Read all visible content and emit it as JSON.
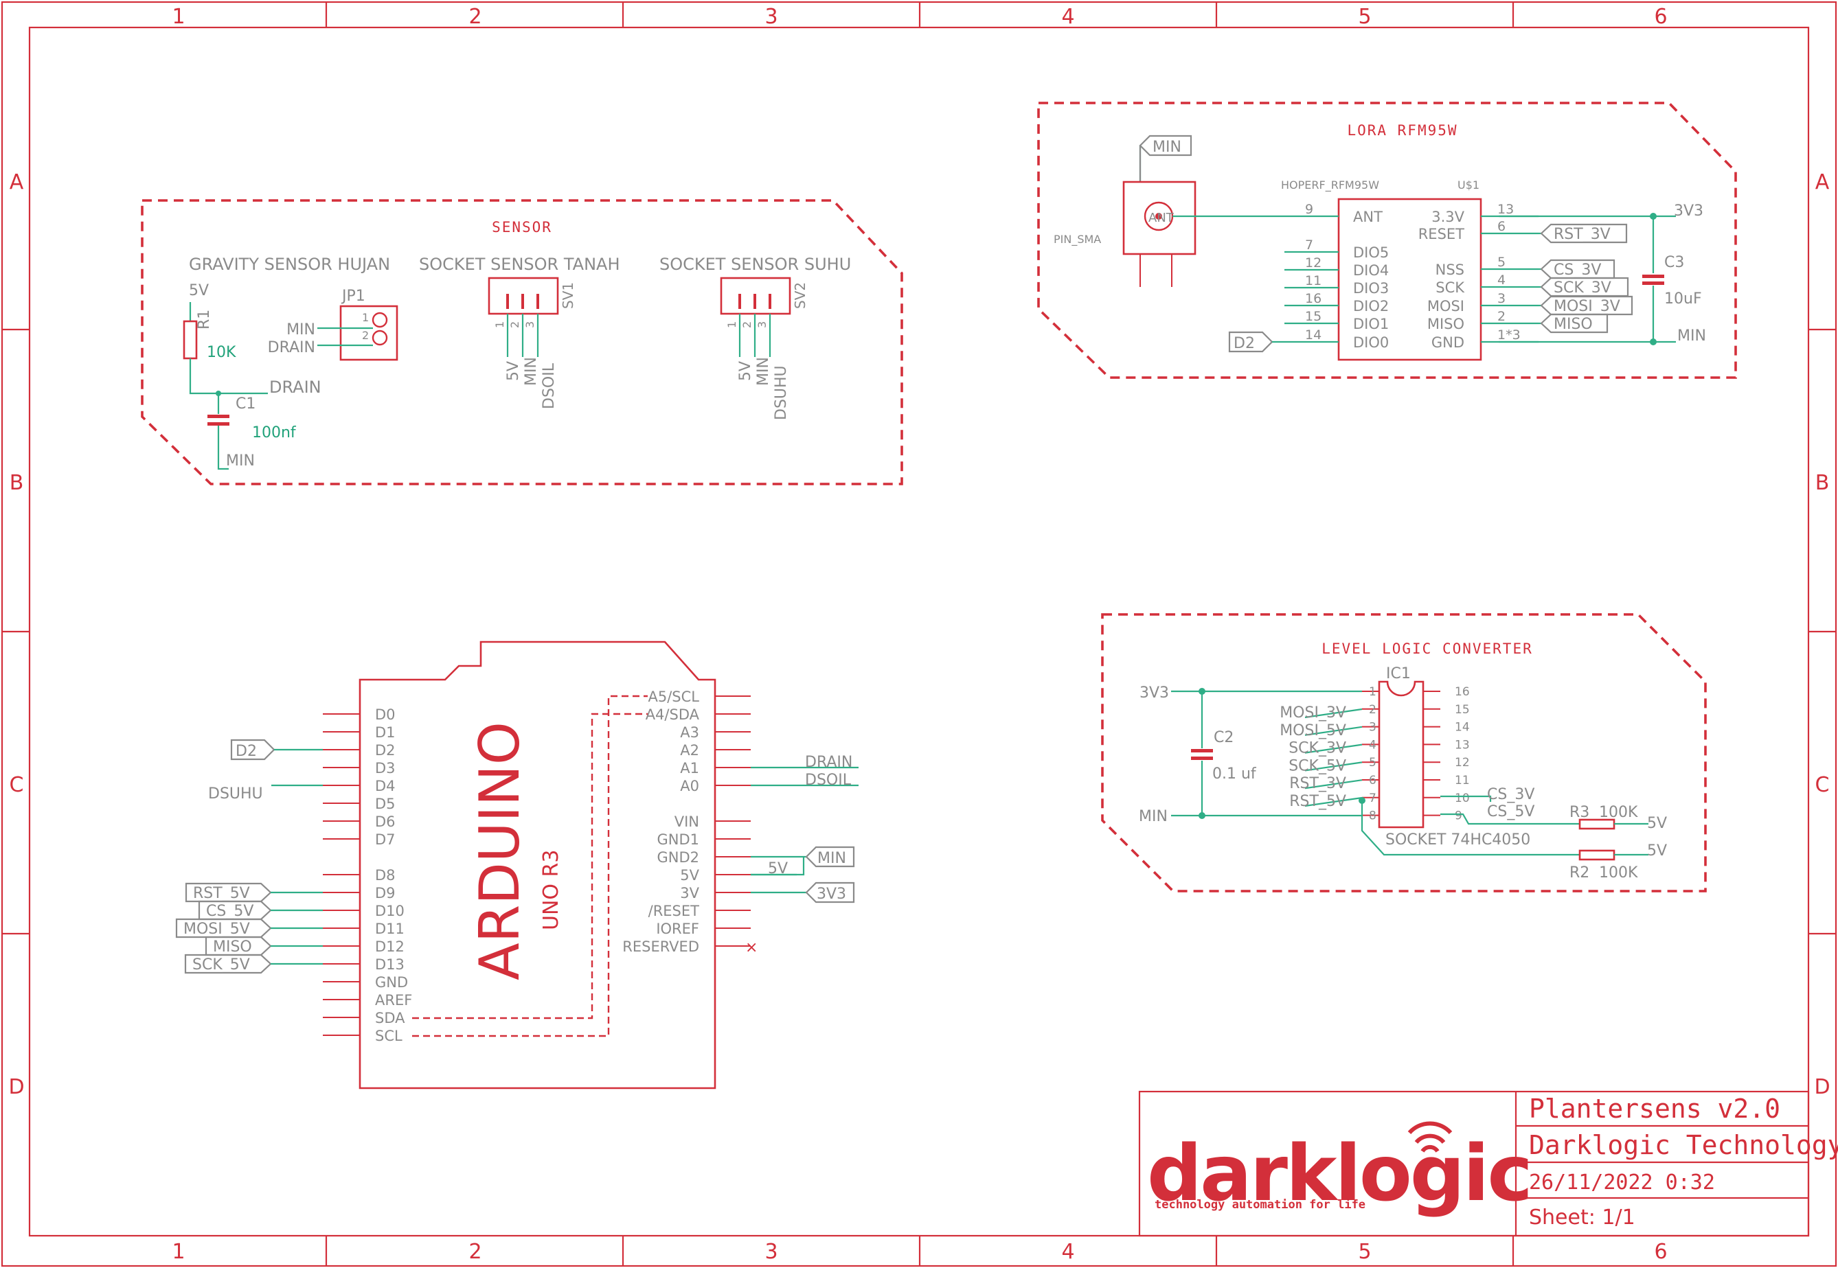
{
  "frame": {
    "columns": [
      "1",
      "2",
      "3",
      "4",
      "5",
      "6"
    ],
    "rows": [
      "A",
      "B",
      "C",
      "D"
    ]
  },
  "sensor": {
    "title": "SENSOR",
    "gravity_label": "GRAVITY SENSOR HUJAN",
    "tanah_label": "SOCKET SENSOR TANAH",
    "suhu_label": "SOCKET SENSOR SUHU",
    "r1_name": "R1",
    "r1_value": "10K",
    "v5": "5V",
    "c1_name": "C1",
    "c1_value": "100nf",
    "drain": "DRAIN",
    "min": "MIN",
    "jp1": "JP1",
    "jp_pin1": "1",
    "jp_pin2": "2",
    "jp_min": "MIN",
    "jp_drain": "DRAIN",
    "sv1": "SV1",
    "sv2": "SV2",
    "pin1": "1",
    "pin2": "2",
    "pin3": "3",
    "sv1_nets": [
      "5V",
      "MIN",
      "DSOIL"
    ],
    "sv2_nets": [
      "5V",
      "MIN",
      "DSUHU"
    ]
  },
  "lora": {
    "title": "LORA RFM95W",
    "part": "HOPERF_RFM95W",
    "ref": "U$1",
    "pin_sma": "PIN_SMA",
    "ant_short": "ANT",
    "min_tag": "MIN",
    "left_pins": [
      "ANT",
      "DIO5",
      "DIO4",
      "DIO3",
      "DIO2",
      "DIO1",
      "DIO0"
    ],
    "left_nums": [
      "9",
      "7",
      "12",
      "11",
      "16",
      "15",
      "14"
    ],
    "right_pins": [
      "3.3V",
      "RESET",
      "NSS",
      "SCK",
      "MOSI",
      "MISO",
      "GND"
    ],
    "right_nums": [
      "13",
      "6",
      "5",
      "4",
      "3",
      "2",
      "1*3"
    ],
    "right_tags": [
      "RST_3V",
      "CS_3V",
      "SCK_3V",
      "MOSI_3V",
      "MISO"
    ],
    "d2": "D2",
    "c3_name": "C3",
    "c3_value": "10uF",
    "net_3v3": "3V3",
    "net_min": "MIN"
  },
  "arduino": {
    "name": "ARDUINO",
    "model": "UNO R3",
    "left_pins": [
      "D0",
      "D1",
      "D2",
      "D3",
      "D4",
      "D5",
      "D6",
      "D7",
      "D8",
      "D9",
      "D10",
      "D11",
      "D12",
      "D13",
      "GND",
      "AREF",
      "SDA",
      "SCL"
    ],
    "right_pins": [
      "A5/SCL",
      "A4/SDA",
      "A3",
      "A2",
      "A1",
      "A0",
      "VIN",
      "GND1",
      "GND2",
      "5V",
      "3V",
      "/RESET",
      "IOREF",
      "RESERVED"
    ],
    "d2_tag": "D2",
    "dsuhu": "DSUHU",
    "left_tags": [
      "RST_5V",
      "CS_5V",
      "MOSI_5V",
      "MISO",
      "SCK_5V"
    ],
    "drain": "DRAIN",
    "dsoil": "DSOIL",
    "min_tag": "MIN",
    "v5": "5V",
    "v3_tag": "3V3"
  },
  "level": {
    "title": "LEVEL LOGIC CONVERTER",
    "ic": "IC1",
    "socket": "SOCKET 74HC4050",
    "left_nums": [
      "1",
      "2",
      "3",
      "4",
      "5",
      "6",
      "7",
      "8"
    ],
    "right_nums": [
      "16",
      "15",
      "14",
      "13",
      "12",
      "11",
      "10",
      "9"
    ],
    "left_nets": [
      "MOSI_3V",
      "MOSI_5V",
      "SCK_3V",
      "SCK_5V",
      "RST_3V",
      "RST_5V"
    ],
    "right_nets": [
      "CS_3V",
      "CS_5V"
    ],
    "v3v3": "3V3",
    "min": "MIN",
    "c2_name": "C2",
    "c2_value": "0.1 uf",
    "r3_name": "R3",
    "r3_value": "100K",
    "r2_name": "R2",
    "r2_value": "100K",
    "v5a": "5V",
    "v5b": "5V"
  },
  "title_block": {
    "logo": "darklogic",
    "tagline": "technology automation for life",
    "project": "Plantersens v2.0",
    "company": "Darklogic Technology",
    "date": "26/11/2022 0:32",
    "sheet": "Sheet: 1/1"
  },
  "colors": {
    "frame": "#d32f3a",
    "wire": "#2fae87",
    "label": "#8a8a8a",
    "value": "#21a27a"
  }
}
